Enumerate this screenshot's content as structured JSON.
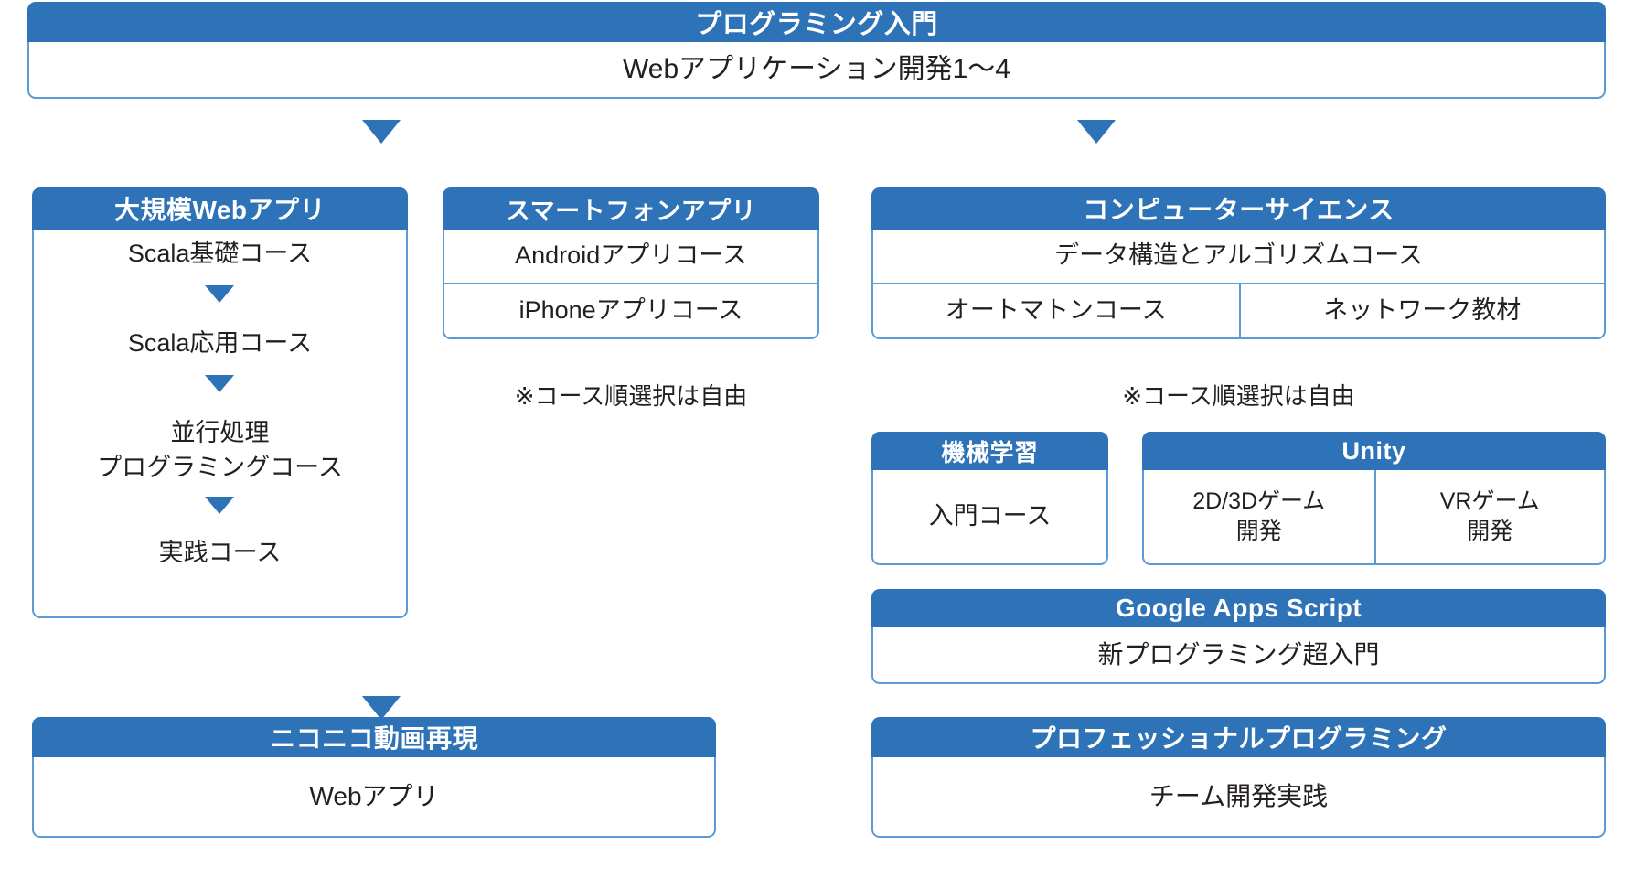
{
  "colors": {
    "header_blue": "#2E72B8",
    "border_blue": "#5B9BD5",
    "text_dark": "#231f20",
    "header_text": "#ffffff"
  },
  "top": {
    "title": "プログラミング入門",
    "body": "Webアプリケーション開発1〜4"
  },
  "large_web_app": {
    "title": "大規模Webアプリ",
    "steps": [
      "Scala基礎コース",
      "Scala応用コース",
      "並行処理\nプログラミングコース",
      "実践コース"
    ]
  },
  "smartphone": {
    "title": "スマートフォンアプリ",
    "rows": [
      "Androidアプリコース",
      "iPhoneアプリコース"
    ],
    "note": "※コース順選択は自由"
  },
  "computer_science": {
    "title": "コンピューターサイエンス",
    "full_row": "データ構造とアルゴリズムコース",
    "split_row": [
      "オートマトンコース",
      "ネットワーク教材"
    ],
    "note": "※コース順選択は自由"
  },
  "machine_learning": {
    "title": "機械学習",
    "rows": [
      "入門コース"
    ]
  },
  "unity": {
    "title": "Unity",
    "cells": [
      "2D/3Dゲーム\n開発",
      "VRゲーム\n開発"
    ]
  },
  "google_apps_script": {
    "title": "Google Apps Script",
    "rows": [
      "新プログラミング超入門"
    ]
  },
  "niconico": {
    "title": "ニコニコ動画再現",
    "rows": [
      "Webアプリ"
    ]
  },
  "professional": {
    "title": "プロフェッショナルプログラミング",
    "rows": [
      "チーム開発実践"
    ]
  },
  "arrows": {
    "to_large_web": "down-arrow",
    "to_computer_science": "down-arrow",
    "to_niconico": "down-arrow",
    "step_1_to_2": "down-arrow",
    "step_2_to_3": "down-arrow",
    "step_3_to_4": "down-arrow"
  }
}
